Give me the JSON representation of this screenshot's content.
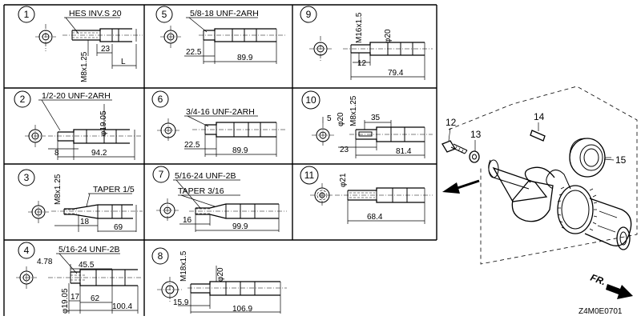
{
  "diagram_code": "Z4M0E0701",
  "front_label": "FR.",
  "parts": {
    "p12": "12",
    "p13": "13",
    "p14": "14",
    "p15": "15"
  },
  "cells": [
    {
      "num": "1",
      "labels": {
        "spec": "HES INV.S 20",
        "thread": "M8x1.25",
        "d1": "23",
        "d2": "L"
      }
    },
    {
      "num": "2",
      "labels": {
        "spec": "1/2-20 UNF-2ARH",
        "dia": "φ19.05",
        "d1": "8",
        "d2": "94.2"
      }
    },
    {
      "num": "3",
      "labels": {
        "thread": "M8x1.25",
        "taper": "TAPER 1/5",
        "d1": "18",
        "d2": "69"
      }
    },
    {
      "num": "4",
      "labels": {
        "spec": "5/16-24 UNF-2B",
        "a": "4.78",
        "b": "45.5",
        "dia": "φ19.05",
        "d1": "17",
        "d2": "62",
        "d3": "100.4"
      }
    },
    {
      "num": "5",
      "labels": {
        "spec": "5/8-18 UNF-2ARH",
        "d1": "22.5",
        "d2": "89.9"
      }
    },
    {
      "num": "6",
      "labels": {
        "spec": "3/4-16 UNF-2ARH",
        "d1": "22.5",
        "d2": "89.9"
      }
    },
    {
      "num": "7",
      "labels": {
        "spec": "5/16-24 UNF-2B",
        "taper": "TAPER 3/16",
        "d1": "16",
        "d2": "99.9"
      }
    },
    {
      "num": "8",
      "labels": {
        "thread": "M18x1.5",
        "dia": "φ20",
        "d1": "15.9",
        "d2": "106.9"
      }
    },
    {
      "num": "9",
      "labels": {
        "thread": "M16x1.5",
        "dia": "φ20",
        "d1": "12",
        "d2": "79.4"
      }
    },
    {
      "num": "10",
      "labels": {
        "a": "5",
        "dia": "φ20",
        "thread": "M8x1.25",
        "b": "35",
        "d1": "23",
        "d2": "81.4"
      }
    },
    {
      "num": "11",
      "labels": {
        "dia": "φ21",
        "d2": "68.4"
      }
    }
  ]
}
